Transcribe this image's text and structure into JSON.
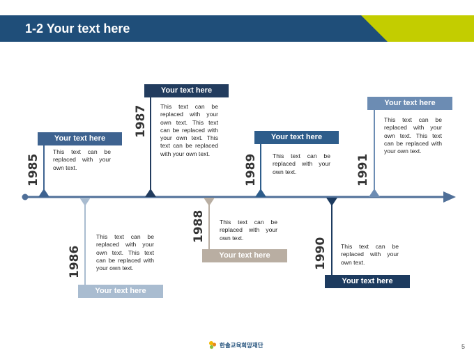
{
  "header": {
    "title": "1-2 Your text here"
  },
  "colors": {
    "header_blue": "#1f4e79",
    "header_accent": "#c3cd00",
    "axis": "#4f6f98",
    "steel_blue": "#3e6390",
    "light_blue": "#a9bcd0",
    "navy": "#223c5e",
    "taupe": "#b9aea2",
    "mid_blue": "#2e5d8b",
    "dark_navy": "#1d3b5f",
    "muted_blue": "#6c8cb3"
  },
  "milestones": [
    {
      "year": "1985",
      "label": "Your text here",
      "text": "This text can be replaced with your own text."
    },
    {
      "year": "1986",
      "label": "Your text here",
      "text": "This text can be replaced with your own text. This text can be replaced with your own text."
    },
    {
      "year": "1987",
      "label": "Your text here",
      "text": "This text can be replaced with your own text. This text can be replaced with your own text. This text can be replaced with your own text."
    },
    {
      "year": "1988",
      "label": "Your text here",
      "text": "This text can be replaced with your own text."
    },
    {
      "year": "1989",
      "label": "Your text here",
      "text": "This text can be replaced with your own text."
    },
    {
      "year": "1990",
      "label": "Your text here",
      "text": "This text can be replaced with your own text."
    },
    {
      "year": "1991",
      "label": "Your text here",
      "text": "This text can be replaced with your own text. This text can be replaced with your own text."
    }
  ],
  "footer": {
    "org_name": "한솔교육희망재단",
    "page_number": "5"
  }
}
